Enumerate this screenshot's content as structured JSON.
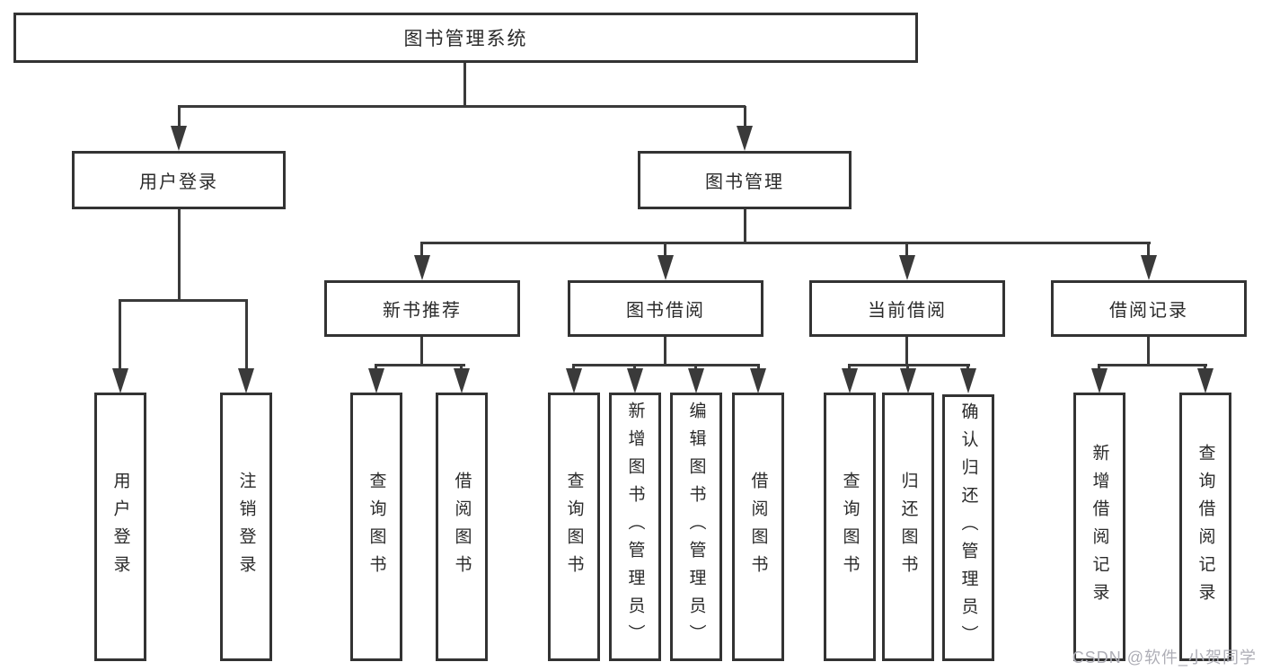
{
  "nodes": {
    "root": "图书管理系统",
    "level2": [
      "用户登录",
      "图书管理"
    ],
    "level3": [
      "新书推荐",
      "图书借阅",
      "当前借阅",
      "借阅记录"
    ],
    "leaves": {
      "login": [
        "用户登录",
        "注销登录"
      ],
      "recommend": [
        "查询图书",
        "借阅图书"
      ],
      "borrow": [
        "查询图书",
        "新增图书（管理员）",
        "编辑图书（管理员）",
        "借阅图书"
      ],
      "current": [
        "查询图书",
        "归还图书",
        "确认归还（管理员）"
      ],
      "records": [
        "新增借阅记录",
        "查询借阅记录"
      ]
    }
  },
  "hierarchy": {
    "图书管理系统": [
      "用户登录",
      "图书管理"
    ],
    "用户登录": [
      "用户登录",
      "注销登录"
    ],
    "图书管理": [
      "新书推荐",
      "图书借阅",
      "当前借阅",
      "借阅记录"
    ],
    "新书推荐": [
      "查询图书",
      "借阅图书"
    ],
    "图书借阅": [
      "查询图书",
      "新增图书（管理员）",
      "编辑图书（管理员）",
      "借阅图书"
    ],
    "当前借阅": [
      "查询图书",
      "归还图书",
      "确认归还（管理员）"
    ],
    "借阅记录": [
      "新增借阅记录",
      "查询借阅记录"
    ]
  },
  "watermark": "CSDN @软件_小贺同学",
  "colors": {
    "line": "#3a3a3a",
    "box_border": "#333333",
    "text": "#2a2a2a",
    "background": "#ffffff",
    "watermark": "#aeaeb6"
  }
}
